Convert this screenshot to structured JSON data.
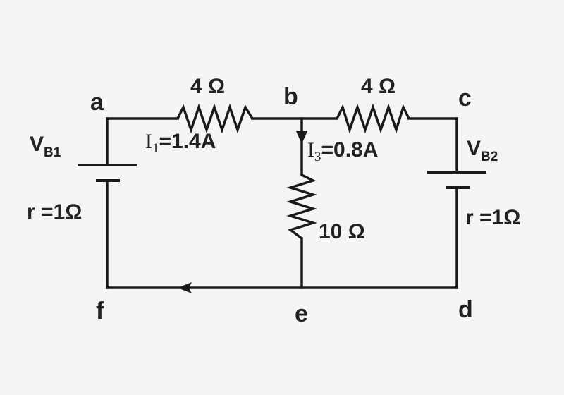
{
  "nodes": {
    "a": "a",
    "b": "b",
    "c": "c",
    "d": "d",
    "e": "e",
    "f": "f"
  },
  "resistors": {
    "ab": "4 Ω",
    "bc": "4 Ω",
    "be": "10 Ω"
  },
  "currents": {
    "i1": {
      "sym": "I",
      "sub": "1",
      "rest": "=1.4A"
    },
    "i3": {
      "sym": "I",
      "sub": "3",
      "rest": "=0.8A"
    }
  },
  "batteries": {
    "b1": {
      "sym": "V",
      "sub": "B1",
      "r": "r =1Ω"
    },
    "b2": {
      "sym": "V",
      "sub": "B2",
      "r": "r =1Ω"
    }
  }
}
